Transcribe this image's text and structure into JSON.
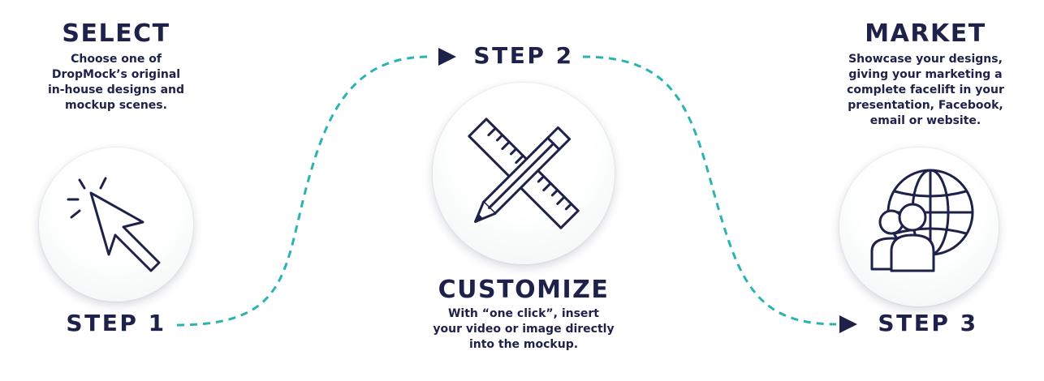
{
  "steps": [
    {
      "title": "SELECT",
      "step_label": "STEP 1",
      "description": [
        "Choose one of",
        "DropMock’s original",
        "in-house designs and",
        "mockup scenes."
      ],
      "icon": "cursor-click-icon"
    },
    {
      "title": "CUSTOMIZE",
      "step_label": "STEP 2",
      "description": [
        "With “one click”, insert",
        "your video or image directly",
        "into the mockup."
      ],
      "icon": "ruler-pencil-icon"
    },
    {
      "title": "MARKET",
      "step_label": "STEP 3",
      "description": [
        "Showcase your designs,",
        "giving your marketing a",
        "complete facelift in your",
        "presentation, Facebook,",
        "email or website."
      ],
      "icon": "globe-users-icon"
    }
  ],
  "colors": {
    "text": "#1e2149",
    "connector": "#2bb3b1",
    "arrow": "#1e2149"
  }
}
